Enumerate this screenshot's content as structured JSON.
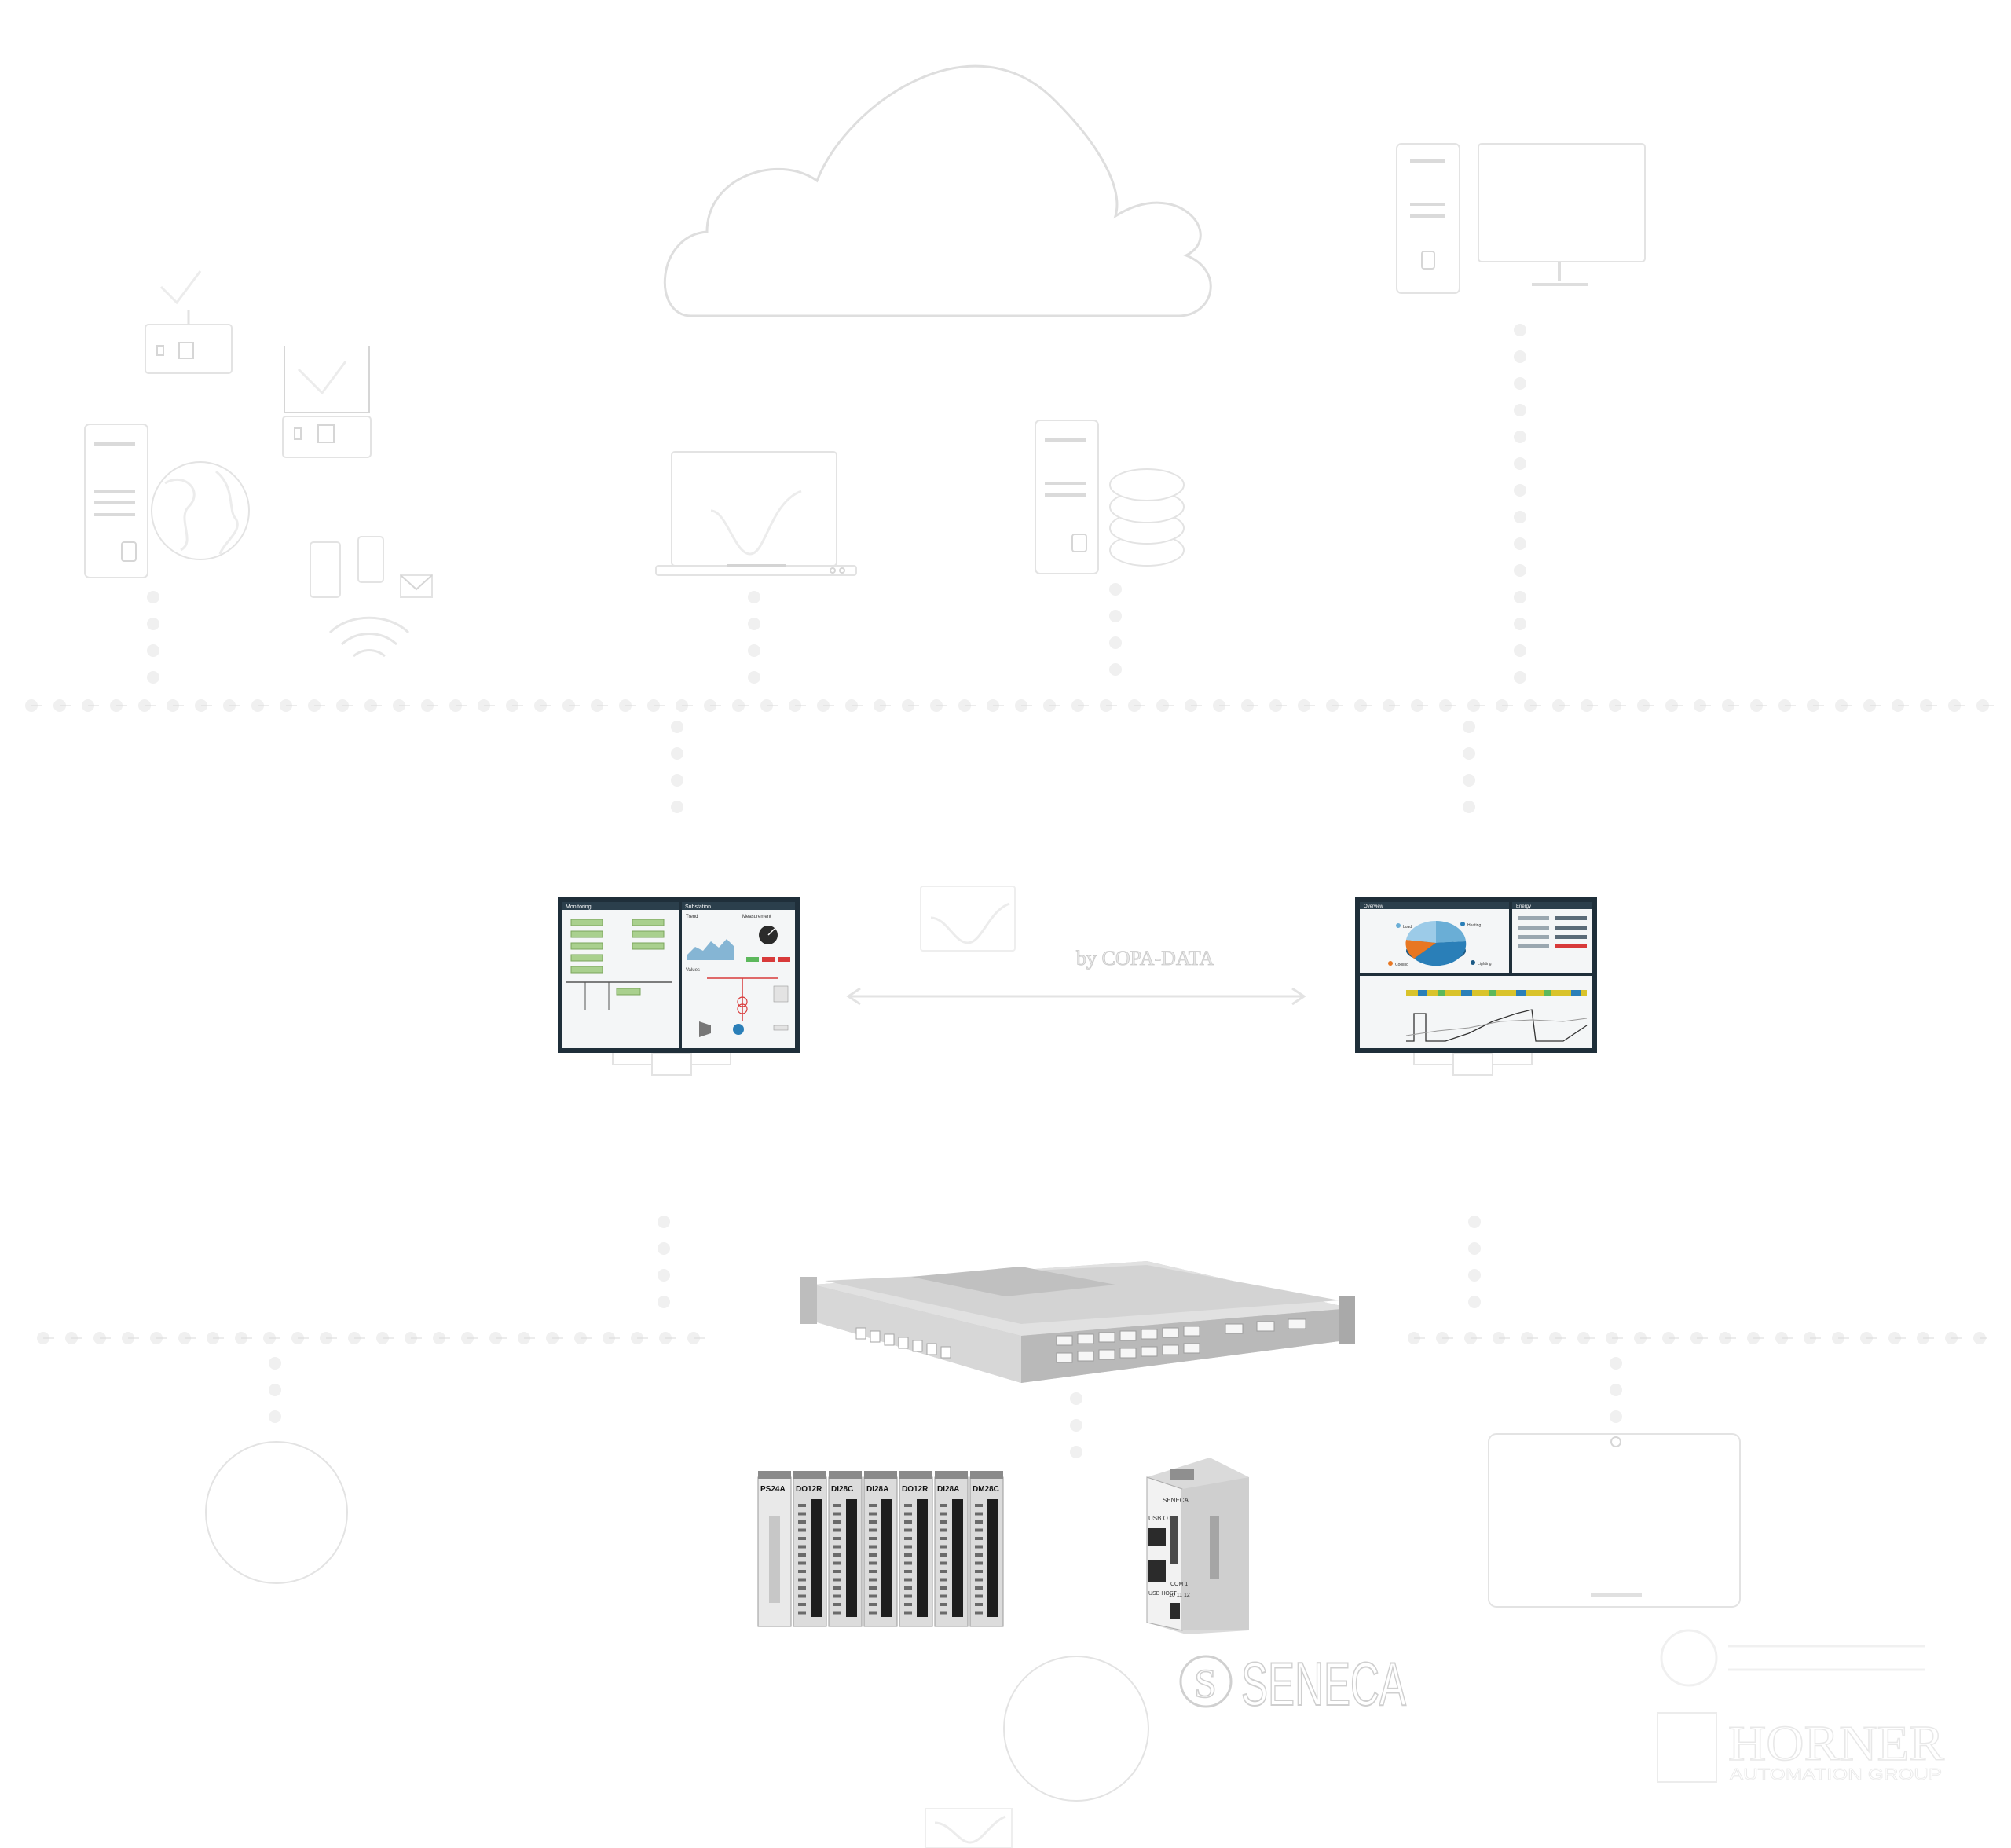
{
  "center": {
    "brand_byline": "by COPA-DATA"
  },
  "left_screen": {
    "title_left": "Monitoring",
    "title_right": "Substation",
    "sub_trend": "Trend",
    "sub_measurement": "Measurement",
    "sub_values": "Values"
  },
  "right_screen": {
    "title_left": "Overview",
    "title_right": "Energy",
    "legend_a": "Load",
    "legend_b": "Heating",
    "legend_c": "Cooling",
    "legend_d": "Lighting"
  },
  "io_rack": {
    "modules": [
      "PS24A",
      "DO12R",
      "DI28C",
      "DI28A",
      "DO12R",
      "DI28A",
      "DM28C"
    ]
  },
  "seneca_device": {
    "top_label": "USB OTG",
    "brand_small": "SENECA",
    "port_label": "USB HOST",
    "com_label": "COM 1",
    "numbers": "10 11 12"
  },
  "logos": {
    "seneca": "SENECA",
    "horner": "HORNER",
    "horner_sub": "AUTOMATION GROUP"
  },
  "colors": {
    "chart_blue": "#2a7fb8",
    "alarm_red": "#d83a3a",
    "ok_green": "#5cb85c",
    "pie_orange": "#e87722"
  }
}
